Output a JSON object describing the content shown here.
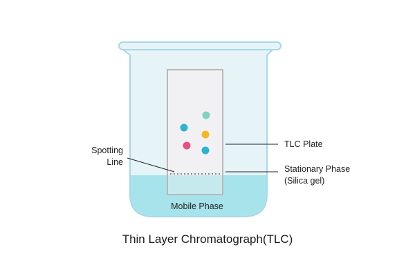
{
  "caption": "Thin Layer Chromatograph(TLC)",
  "labels": {
    "tlc_plate": "TLC Plate",
    "spotting_line_1": "Spotting",
    "spotting_line_2": "Line",
    "stationary_phase_1": "Stationary Phase",
    "stationary_phase_2": "(Silica gel)",
    "mobile_phase": "Mobile Phase"
  },
  "colors": {
    "beaker_fill": "#e6f3f7",
    "beaker_stroke": "#a9d8e8",
    "liquid": "#a7e3ea",
    "plate_fill": "#f1f1f3",
    "plate_stroke": "#b8b8b8",
    "spot_teal": "#2bb3cf",
    "spot_mint": "#7fd3c0",
    "spot_yellow": "#f3b823",
    "spot_pink": "#e8507d"
  }
}
